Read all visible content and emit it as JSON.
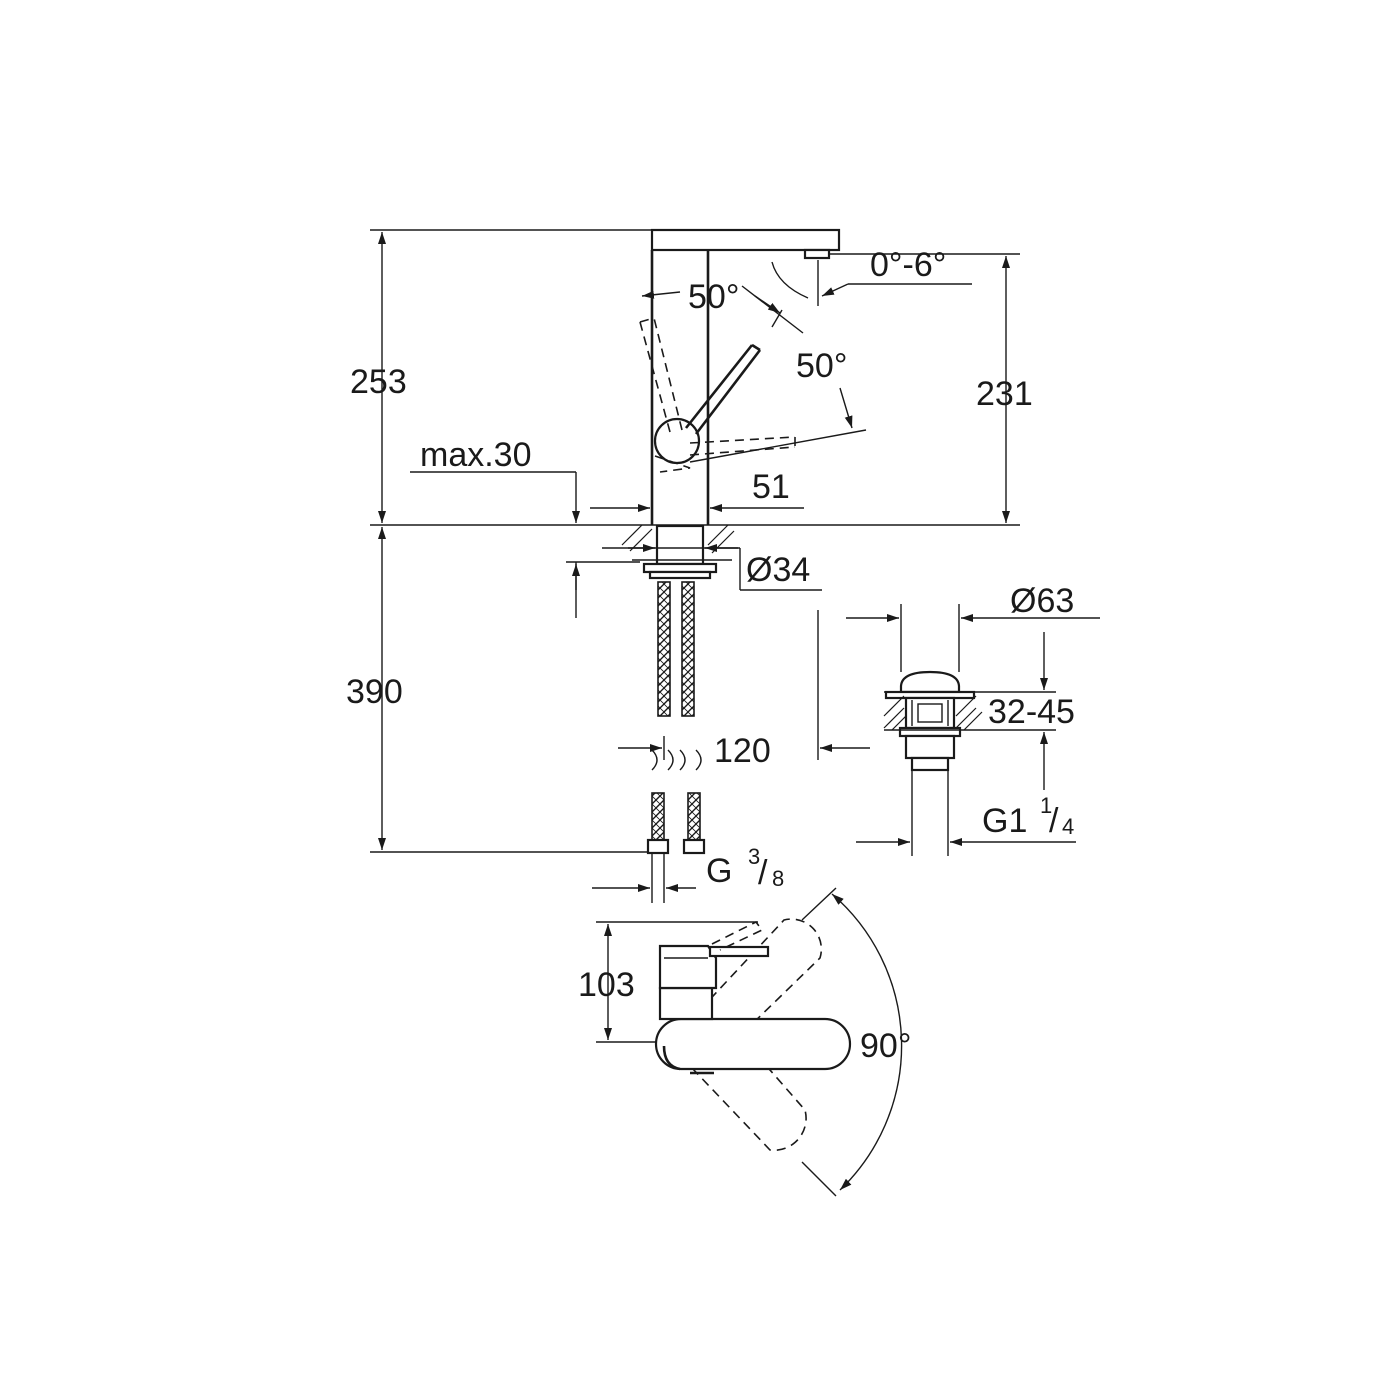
{
  "dimensions": {
    "height_total": "253",
    "height_spout": "231",
    "max_deck": "max.30",
    "spout_angle": "0°-6°",
    "lever_angle_left": "50°",
    "lever_angle_right": "50°",
    "base_width": "51",
    "hole_diameter": "Ø34",
    "hose_length": "390",
    "waste_offset": "120",
    "waste_diameter": "Ø63",
    "basin_thickness": "32-45",
    "waste_thread_main": "G1",
    "waste_thread_num": "1",
    "waste_thread_den": "4",
    "inlet_thread_main": "G",
    "inlet_thread_num": "3",
    "inlet_thread_den": "8",
    "plan_depth": "103",
    "swivel_angle": "90°"
  },
  "colors": {
    "line": "#1a1a1a",
    "background": "#ffffff"
  }
}
